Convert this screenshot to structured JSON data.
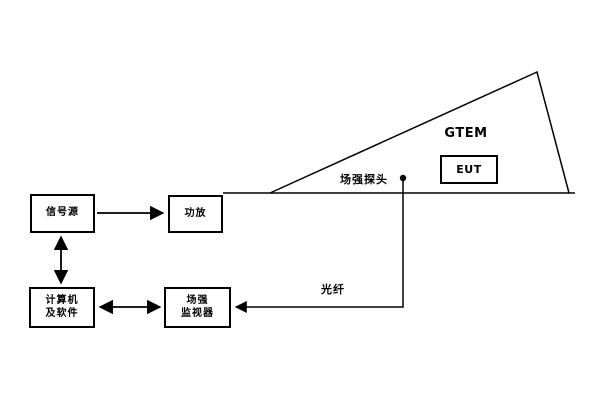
{
  "diagram": {
    "description": "GTEM cell radiated immunity test setup block diagram",
    "colors": {
      "line": "#000000",
      "background": "#ffffff"
    },
    "nodes": {
      "signal_source": {
        "label": "信号源"
      },
      "power_amplifier": {
        "label": "功放"
      },
      "computer": {
        "line1": "计算机",
        "line2": "及软件"
      },
      "field_monitor": {
        "line1": "场强",
        "line2": "监视器"
      },
      "eut": {
        "label": "EUT"
      }
    },
    "labels": {
      "gtem": "GTEM",
      "field_probe": "场强探头",
      "optical_fiber": "光纤"
    },
    "connections": [
      {
        "from": "signal_source",
        "to": "power_amplifier",
        "arrows": "single"
      },
      {
        "from": "signal_source",
        "to": "computer",
        "arrows": "double"
      },
      {
        "from": "computer",
        "to": "field_monitor",
        "arrows": "double"
      },
      {
        "from": "field_probe",
        "to": "field_monitor",
        "arrows": "single",
        "via": "optical_fiber"
      }
    ]
  }
}
